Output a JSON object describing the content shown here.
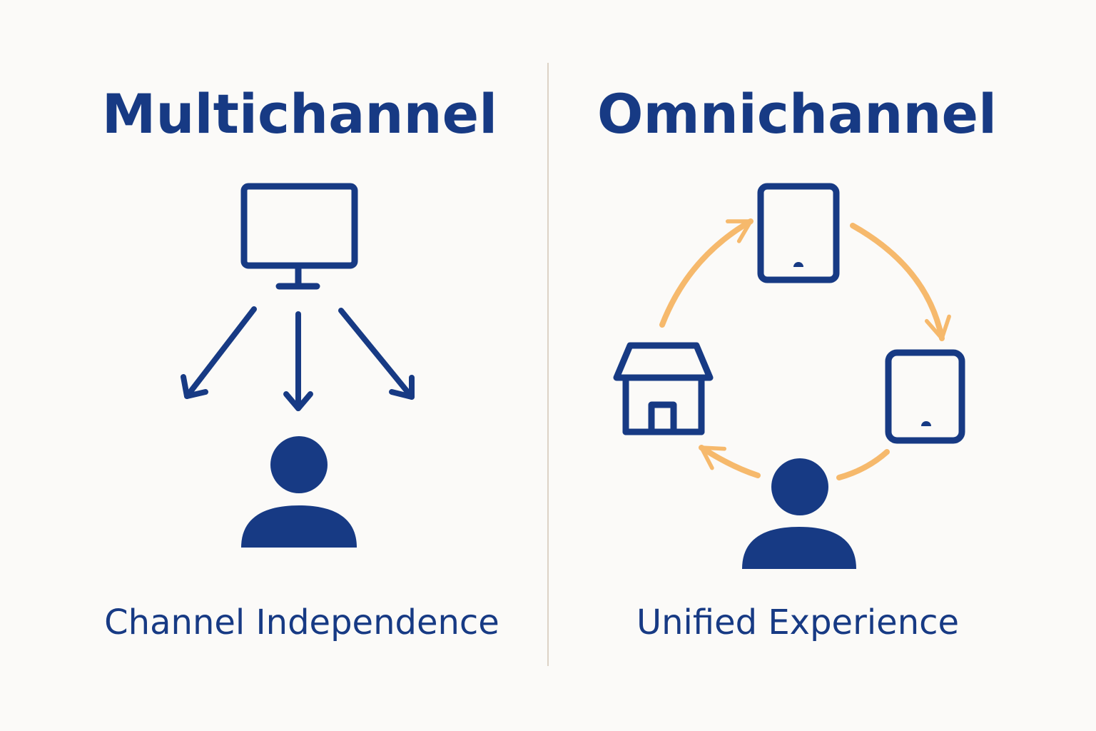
{
  "colors": {
    "background": "#fbfaf8",
    "primary": "#173a84",
    "accent": "#f6b96c",
    "divider": "#ddd3c6"
  },
  "left_panel": {
    "title": "Multichannel",
    "caption": "Channel Independence",
    "icons": [
      "monitor-icon",
      "arrow-down-left-icon",
      "arrow-down-icon",
      "arrow-down-right-icon",
      "person-icon"
    ]
  },
  "right_panel": {
    "title": "Omnichannel",
    "caption": "Unified Experience",
    "icons": [
      "tablet-icon",
      "store-icon",
      "mobile-device-icon",
      "person-icon",
      "cycle-arrows-icon"
    ]
  }
}
